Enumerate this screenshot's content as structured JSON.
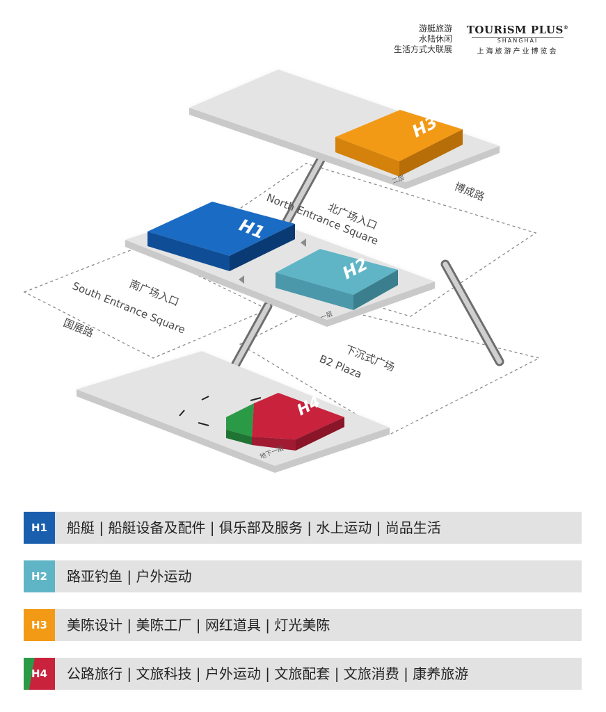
{
  "header": {
    "tagline": [
      "游艇旅游",
      "水陆休闲",
      "生活方式大联展"
    ],
    "logo_title": "TOURiSM PLUS",
    "logo_reg": "®",
    "logo_city": "SHANGHAI",
    "logo_cn": "上海旅游产业博览会"
  },
  "halls": {
    "h1": "H1",
    "h2": "H2",
    "h3": "H3",
    "h4": "H4"
  },
  "floors": {
    "second": "二层",
    "first": "一层",
    "basement": "地下一层"
  },
  "labels": {
    "north_cn": "北广场入口",
    "north_en": "North Entrance Square",
    "south_cn": "南广场入口",
    "south_en": "South Entrance Square",
    "b2_cn": "下沉式广场",
    "b2_en": "B2 Plaza",
    "road_bocheng": "博成路",
    "road_guozhan": "国展路"
  },
  "colors": {
    "h1": "#1a6bc4",
    "h2": "#5fb5c6",
    "h3": "#f29a16",
    "h4_red": "#c8223d",
    "h4_green": "#2b9a46"
  },
  "legend": [
    {
      "hall": "H1",
      "text": "船艇 | 船艇设备及配件 | 俱乐部及服务 | 水上运动 | 尚品生活",
      "color": "#1a5fae"
    },
    {
      "hall": "H2",
      "text": "路亚钓鱼 | 户外运动",
      "color": "#5fb5c6"
    },
    {
      "hall": "H3",
      "text": "美陈设计 | 美陈工厂 | 网红道具  | 灯光美陈",
      "color": "#f29a16"
    },
    {
      "hall": "H4",
      "text": "公路旅行 | 文旅科技 | 户外运动 | 文旅配套 | 文旅消费 | 康养旅游",
      "color": "#c8223d",
      "accent": "#2b9a46"
    }
  ]
}
